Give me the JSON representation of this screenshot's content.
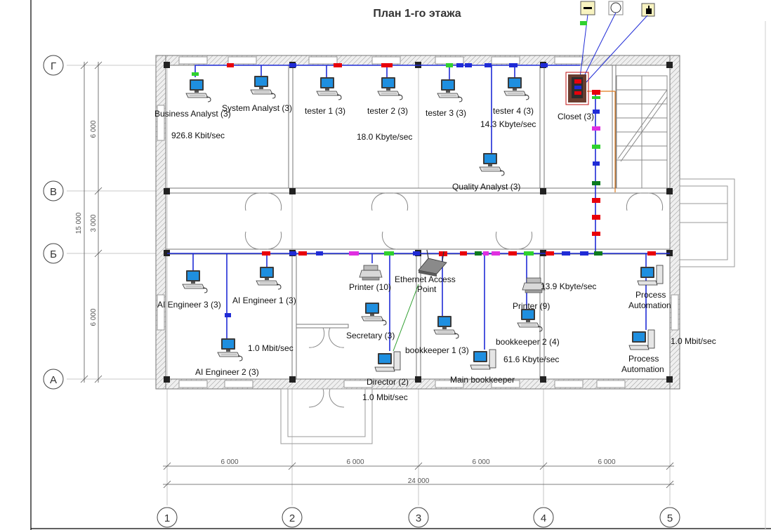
{
  "title": "План 1-го этажа",
  "colors": {
    "network": "#1f2bd6",
    "red": "#e8000b",
    "green": "#2fd12f",
    "magenta": "#e02fe0",
    "blue": "#1f2bd6",
    "darkgreen": "#0c7a1e",
    "wall": "#d8d8d8",
    "orange": "#e07a1c",
    "grid": "#888888"
  },
  "axes": {
    "rows": [
      "Г",
      "В",
      "Б",
      "А"
    ],
    "columns": [
      "1",
      "2",
      "3",
      "4",
      "5"
    ],
    "dimensions": {
      "vertical_total": "15 000",
      "vertical": [
        "6 000",
        "3 000",
        "6 000"
      ],
      "horizontal": [
        "6 000",
        "6 000",
        "6 000",
        "6 000"
      ],
      "horizontal_total": "24 000"
    }
  },
  "legend_icons": [
    "line-tool-icon",
    "ellipse-tool-icon",
    "hand-tool-icon"
  ],
  "devices": {
    "business_analyst": "Business Analyst (3)",
    "system_analyst": "System Analyst (3)",
    "tester1": "tester 1 (3)",
    "tester2": "tester 2 (3)",
    "tester3": "tester 3 (3)",
    "tester4": "tester 4 (3)",
    "closet": "Closet (3)",
    "quality_analyst": "Quality Analyst (3)",
    "ai_engineer3": "AI Engineer 3 (3)",
    "ai_engineer1": "AI Engineer 1 (3)",
    "ai_engineer2": "AI Engineer 2 (3)",
    "printer10": "Printer (10)",
    "access_point_1": "Ethernet Access",
    "access_point_2": "Point",
    "secretary": "Secretary (3)",
    "director": "Director (2)",
    "bookkeeper1": "bookkeeper 1 (3)",
    "main_bookkeeper": "Main bookkeeper",
    "printer9": "Printer (9)",
    "bookkeeper2": "bookkeeper 2 (4)",
    "process_automation_1a": "Process",
    "process_automation_1b": "Automation",
    "process_automation_2a": "Process",
    "process_automation_2b": "Automation"
  },
  "traffic": {
    "t1": "926.8 Kbit/sec",
    "t2": "18.0 Kbyte/sec",
    "t3": "14.3 Kbyte/sec",
    "t4": "1.0 Mbit/sec",
    "t5": "1.0 Mbit/sec",
    "t6": "61.6 Kbyte/sec",
    "t7": "13.9 Kbyte/sec",
    "t8": "1.0 Mbit/sec"
  }
}
